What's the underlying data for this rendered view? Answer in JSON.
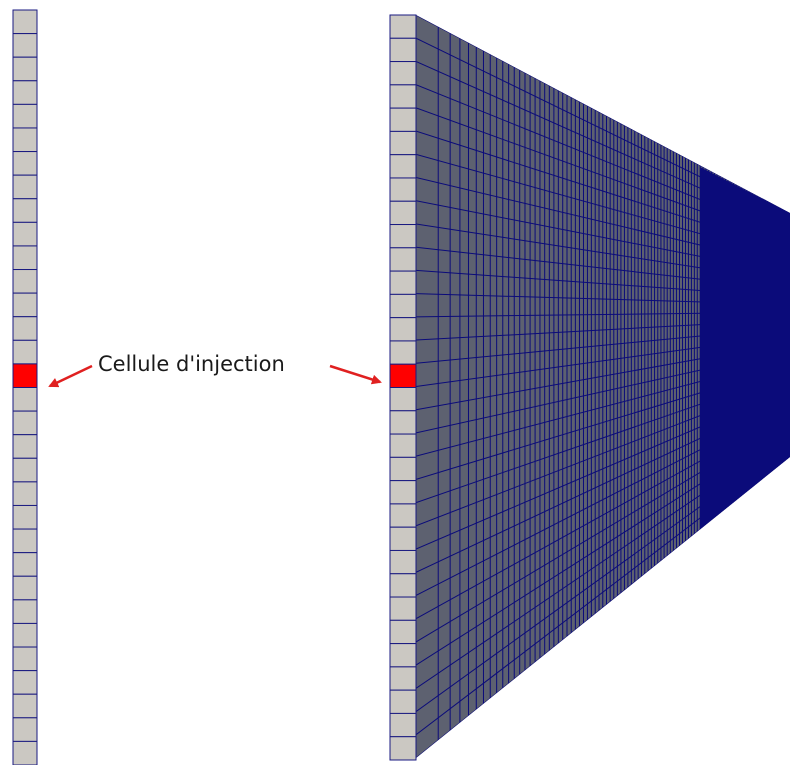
{
  "annotation": {
    "label": "Cellule d'injection"
  },
  "colors": {
    "cell_fill": "#cbc8c2",
    "cell_edge": "#1a1a80",
    "injection_cell": "#ff0000",
    "mesh_face": "#5d6170",
    "mesh_line": "#0b0b7a",
    "arrow": "#e02020"
  },
  "meshes": [
    {
      "name": "column-mesh-1d",
      "cell_count": 32,
      "injection_cell_index": 15
    },
    {
      "name": "radial-mesh-3d",
      "column_cell_count": 32,
      "injection_cell_index": 15
    }
  ]
}
